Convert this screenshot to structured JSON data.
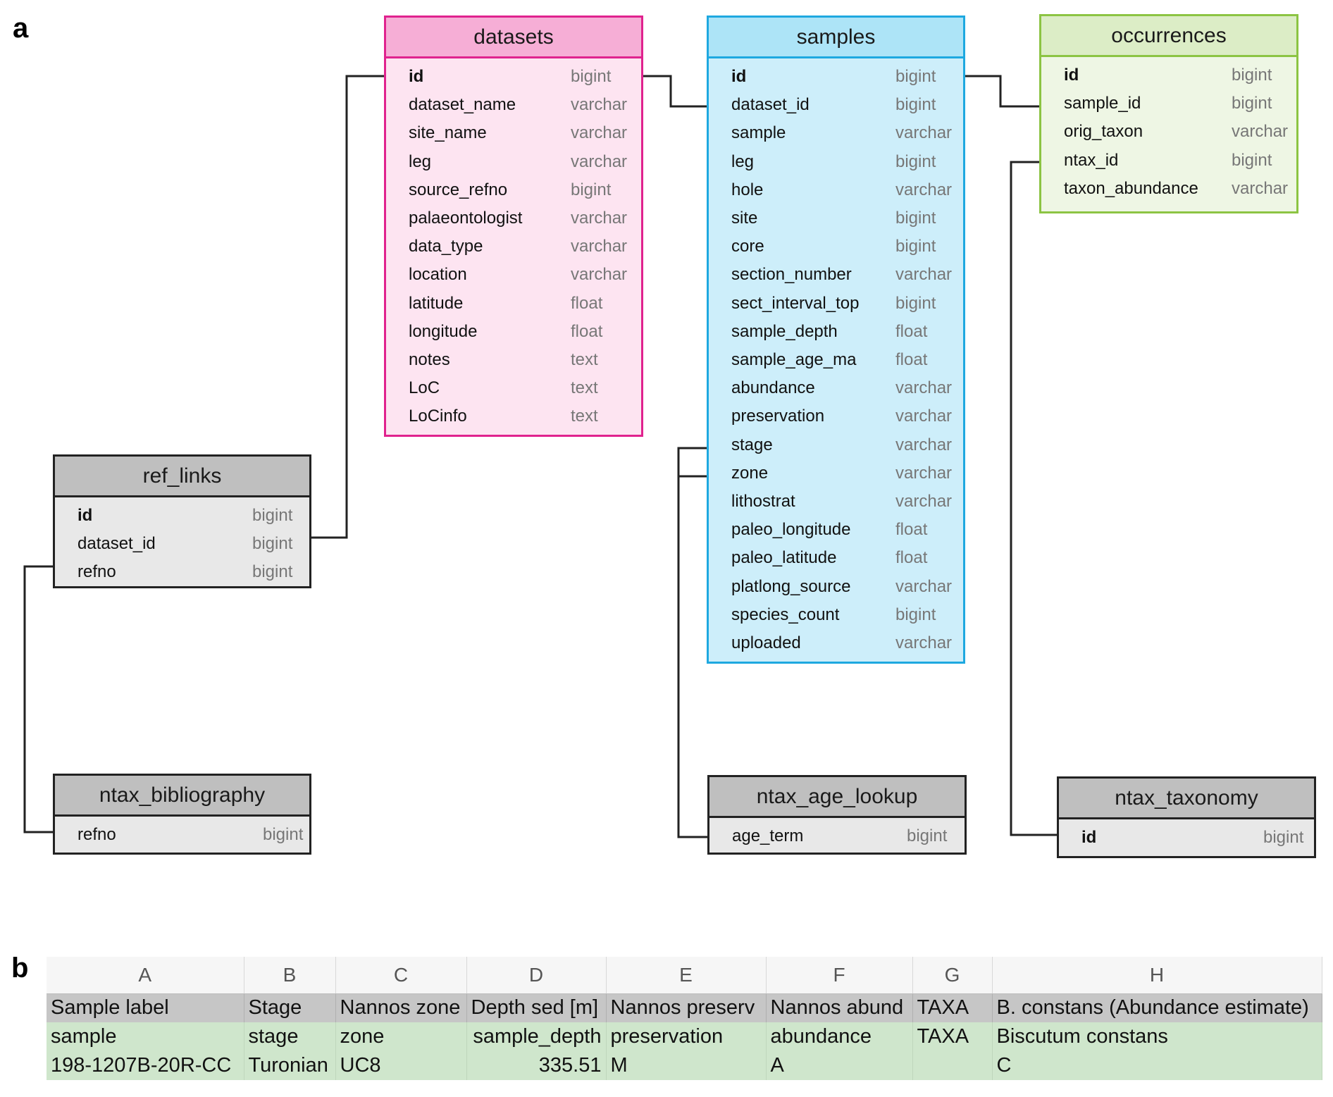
{
  "panel_labels": {
    "a": "a",
    "b": "b"
  },
  "tables": {
    "datasets": {
      "title": "datasets",
      "rows": [
        {
          "field": "id",
          "type": "bigint"
        },
        {
          "field": "dataset_name",
          "type": "varchar"
        },
        {
          "field": "site_name",
          "type": "varchar"
        },
        {
          "field": "leg",
          "type": "varchar"
        },
        {
          "field": "source_refno",
          "type": "bigint"
        },
        {
          "field": "palaeontologist",
          "type": "varchar"
        },
        {
          "field": "data_type",
          "type": "varchar"
        },
        {
          "field": "location",
          "type": "varchar"
        },
        {
          "field": "latitude",
          "type": "float"
        },
        {
          "field": "longitude",
          "type": "float"
        },
        {
          "field": "notes",
          "type": "text"
        },
        {
          "field": "LoC",
          "type": "text"
        },
        {
          "field": "LoCinfo",
          "type": "text"
        }
      ]
    },
    "samples": {
      "title": "samples",
      "rows": [
        {
          "field": "id",
          "type": "bigint"
        },
        {
          "field": "dataset_id",
          "type": "bigint"
        },
        {
          "field": "sample",
          "type": "varchar"
        },
        {
          "field": "leg",
          "type": "bigint"
        },
        {
          "field": "hole",
          "type": "varchar"
        },
        {
          "field": "site",
          "type": "bigint"
        },
        {
          "field": "core",
          "type": "bigint"
        },
        {
          "field": "section_number",
          "type": "varchar"
        },
        {
          "field": "sect_interval_top",
          "type": "bigint"
        },
        {
          "field": "sample_depth",
          "type": "float"
        },
        {
          "field": "sample_age_ma",
          "type": "float"
        },
        {
          "field": "abundance",
          "type": "varchar"
        },
        {
          "field": "preservation",
          "type": "varchar"
        },
        {
          "field": "stage",
          "type": "varchar"
        },
        {
          "field": "zone",
          "type": "varchar"
        },
        {
          "field": "lithostrat",
          "type": "varchar"
        },
        {
          "field": "paleo_longitude",
          "type": "float"
        },
        {
          "field": "paleo_latitude",
          "type": "float"
        },
        {
          "field": "platlong_source",
          "type": "varchar"
        },
        {
          "field": "species_count",
          "type": "bigint"
        },
        {
          "field": "uploaded",
          "type": "varchar"
        }
      ]
    },
    "occurrences": {
      "title": "occurrences",
      "rows": [
        {
          "field": "id",
          "type": "bigint"
        },
        {
          "field": "sample_id",
          "type": "bigint"
        },
        {
          "field": "orig_taxon",
          "type": "varchar"
        },
        {
          "field": "ntax_id",
          "type": "bigint"
        },
        {
          "field": "taxon_abundance",
          "type": "varchar"
        }
      ]
    },
    "ref_links": {
      "title": "ref_links",
      "rows": [
        {
          "field": "id",
          "type": "bigint"
        },
        {
          "field": "dataset_id",
          "type": "bigint"
        },
        {
          "field": "refno",
          "type": "bigint"
        }
      ]
    },
    "ntax_bibliography": {
      "title": "ntax_bibliography",
      "rows": [
        {
          "field": "refno",
          "type": "bigint"
        }
      ]
    },
    "ntax_age_lookup": {
      "title": "ntax_age_lookup",
      "rows": [
        {
          "field": "age_term",
          "type": "bigint"
        }
      ]
    },
    "ntax_taxonomy": {
      "title": "ntax_taxonomy",
      "rows": [
        {
          "field": "id",
          "type": "bigint"
        }
      ]
    }
  },
  "colors": {
    "datasets": "#e0228e",
    "samples": "#1ea8e0",
    "occurrences": "#8cc443",
    "lookup": "#222222"
  },
  "spreadsheet": {
    "columns": [
      "A",
      "B",
      "C",
      "D",
      "E",
      "F",
      "G",
      "H"
    ],
    "header": [
      "Sample label",
      "Stage",
      "Nannos zone",
      "Depth sed [m]",
      "Nannos preserv",
      "Nannos abund",
      "TAXA",
      "B. constans (Abundance estimate)"
    ],
    "mapping": [
      "sample",
      "stage",
      "zone",
      "sample_depth",
      "preservation",
      "abundance",
      "TAXA",
      "Biscutum constans"
    ],
    "data": [
      "198-1207B-20R-CC",
      "Turonian",
      "UC8",
      "335.51",
      "M",
      "A",
      "",
      "C"
    ]
  }
}
